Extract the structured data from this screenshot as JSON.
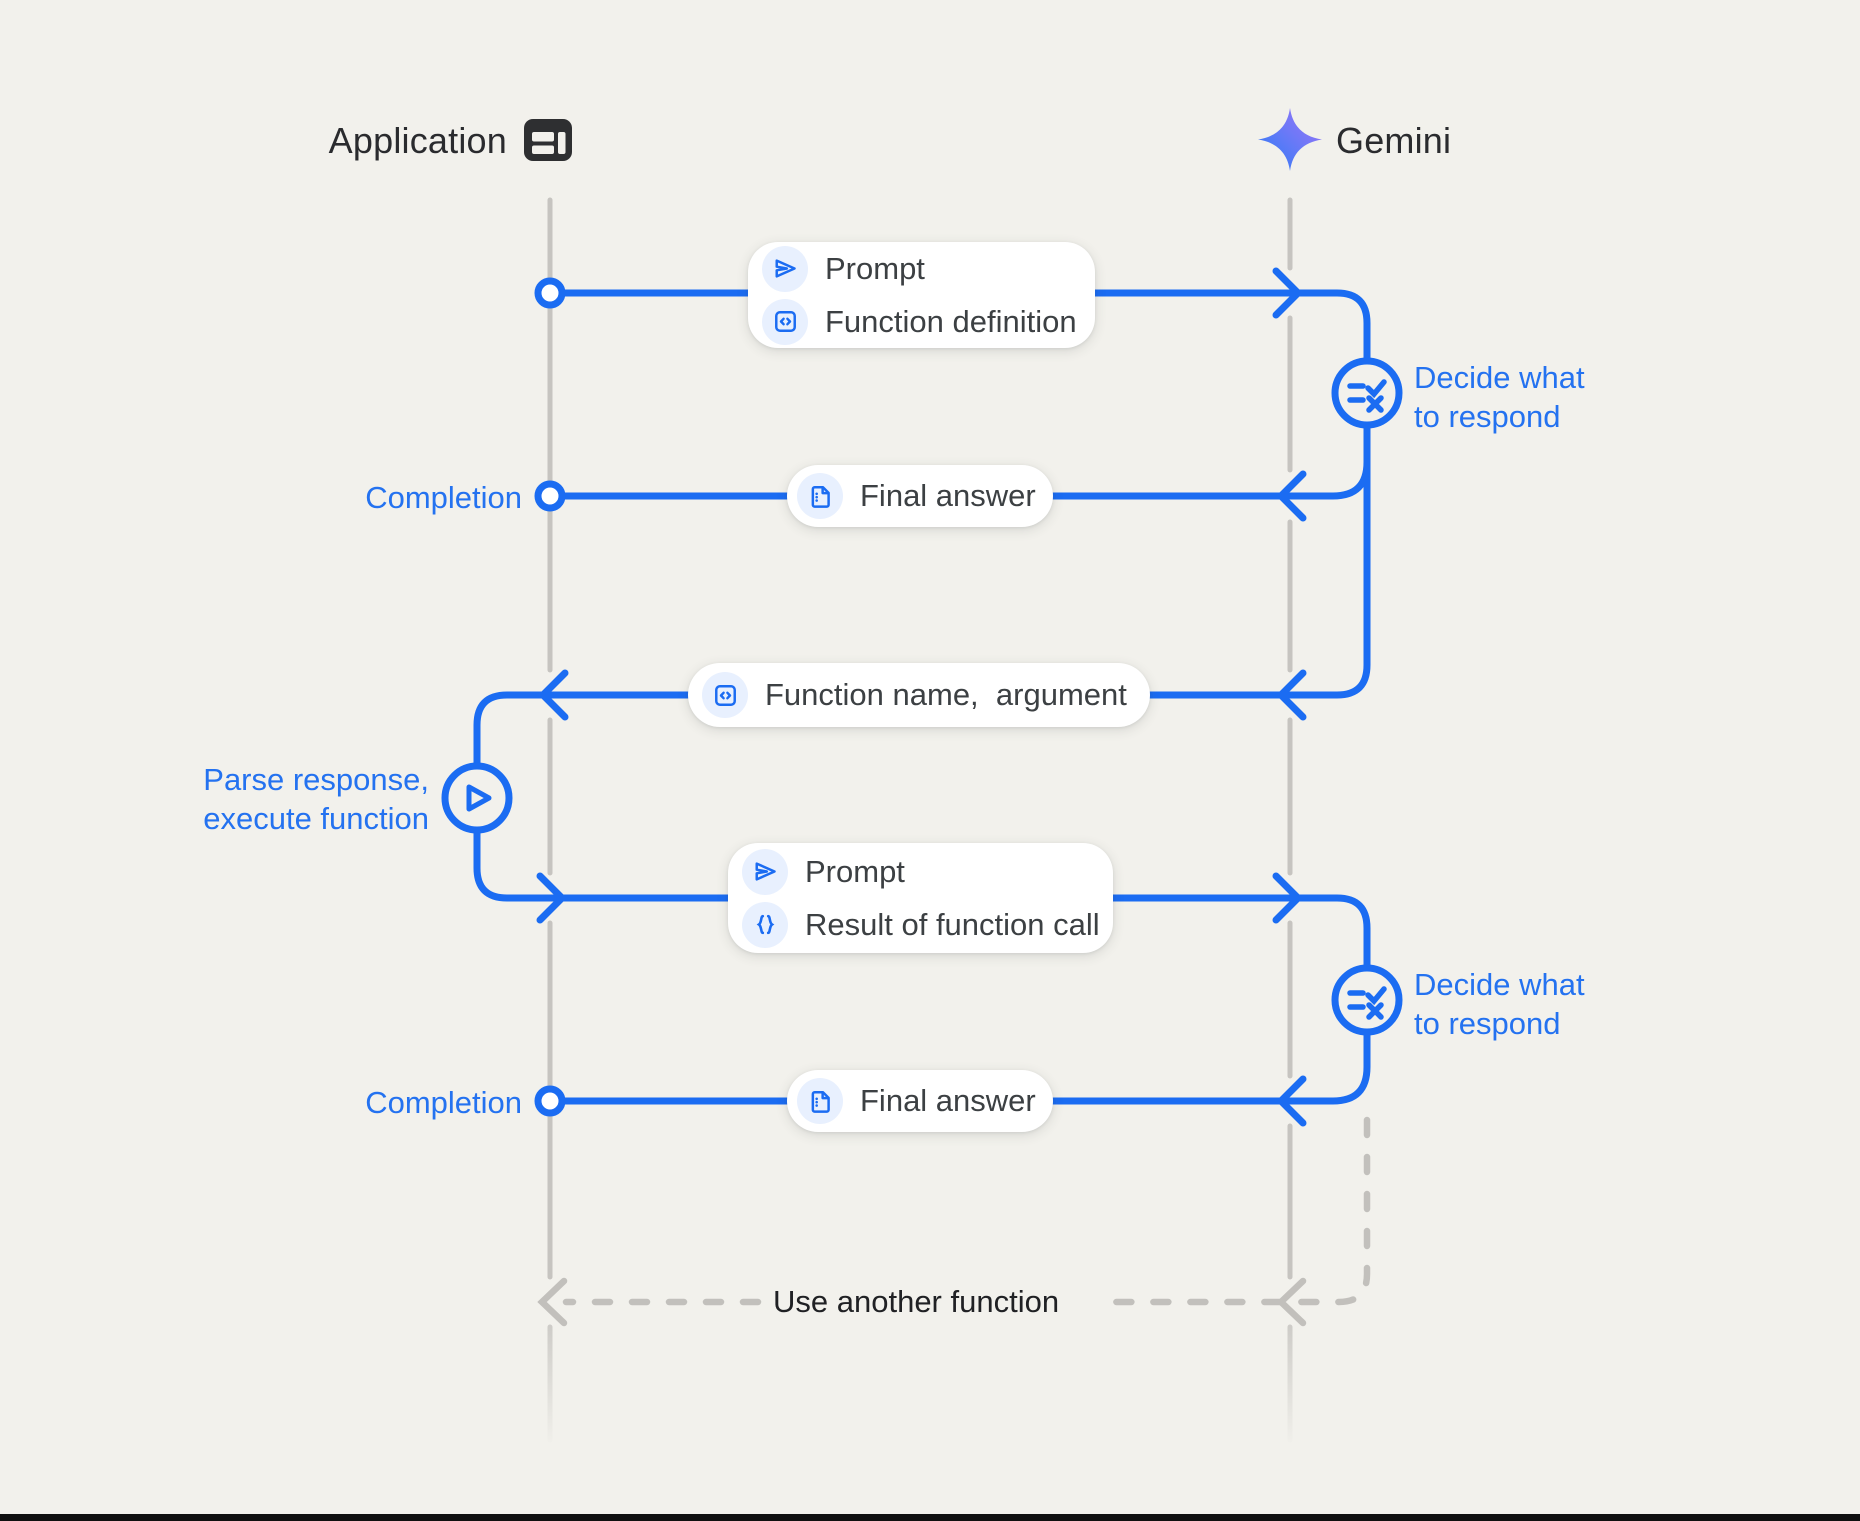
{
  "header": {
    "application_label": "Application",
    "application_icon": "app-window-icon",
    "gemini_label": "Gemini",
    "gemini_icon": "gemini-sparkle-icon"
  },
  "flows": {
    "request_1": {
      "card": {
        "rows": [
          {
            "icon": "send-icon",
            "label": "Prompt"
          },
          {
            "icon": "function-code-icon",
            "label": "Function definition"
          }
        ]
      }
    },
    "decide_1": {
      "icon": "decision-rule-icon",
      "label": "Decide what\nto respond"
    },
    "completion_1": {
      "side_label": "Completion",
      "card": {
        "icon": "final-answer-doc-icon",
        "label": "Final answer"
      }
    },
    "function_call": {
      "card": {
        "icon": "function-code-icon",
        "label": "Function name,  argument"
      }
    },
    "parse_execute": {
      "icon": "play-icon",
      "label": "Parse response,\nexecute function"
    },
    "request_2": {
      "card": {
        "rows": [
          {
            "icon": "send-icon",
            "label": "Prompt"
          },
          {
            "icon": "braces-icon",
            "label": "Result of function call"
          }
        ]
      }
    },
    "decide_2": {
      "icon": "decision-rule-icon",
      "label": "Decide what\nto respond"
    },
    "completion_2": {
      "side_label": "Completion",
      "card": {
        "icon": "final-answer-doc-icon",
        "label": "Final answer"
      }
    },
    "loop": {
      "label": "Use another function"
    }
  },
  "colors": {
    "accent_blue": "#1B6CF2",
    "text_blue": "#2472F0",
    "background": "#F2F1EC",
    "lifeline_gray": "#C6C4C0",
    "card_text": "#3C4043",
    "dark_text": "#202124"
  }
}
